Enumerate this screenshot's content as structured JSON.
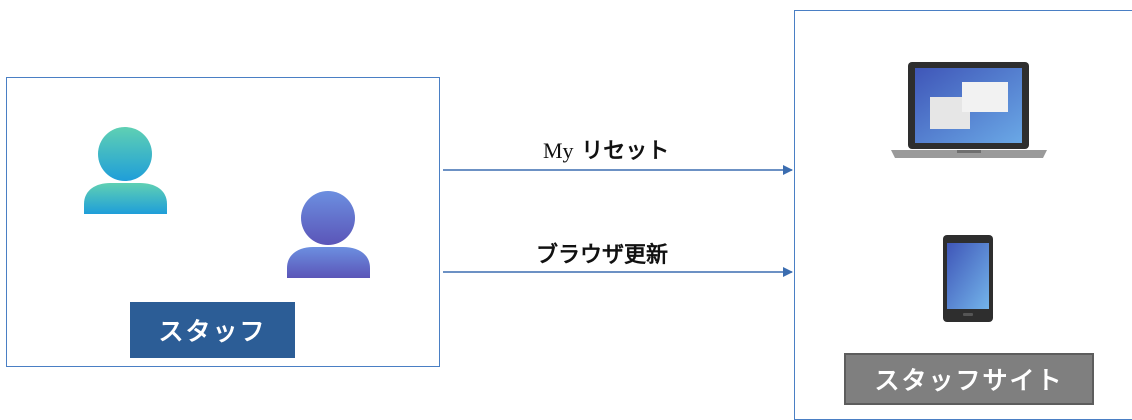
{
  "staff": {
    "label": "スタッフ"
  },
  "site": {
    "label": "スタッフサイト"
  },
  "arrows": [
    {
      "label_latin": "My",
      "label_jp": "リセット"
    },
    {
      "label": "ブラウザ更新"
    }
  ],
  "colors": {
    "box_border": "#4a7fc4",
    "arrow": "#3b6db0",
    "staff_plate": "#2c5d96",
    "site_plate": "#7f7f7f",
    "person1_top": "#5fd0b3",
    "person1_bottom": "#1f9ed9",
    "person2_top": "#6c8fe0",
    "person2_bottom": "#5b55b8"
  },
  "icons": [
    "person-icon",
    "person-icon",
    "laptop-icon",
    "tablet-icon",
    "arrow-icon"
  ]
}
